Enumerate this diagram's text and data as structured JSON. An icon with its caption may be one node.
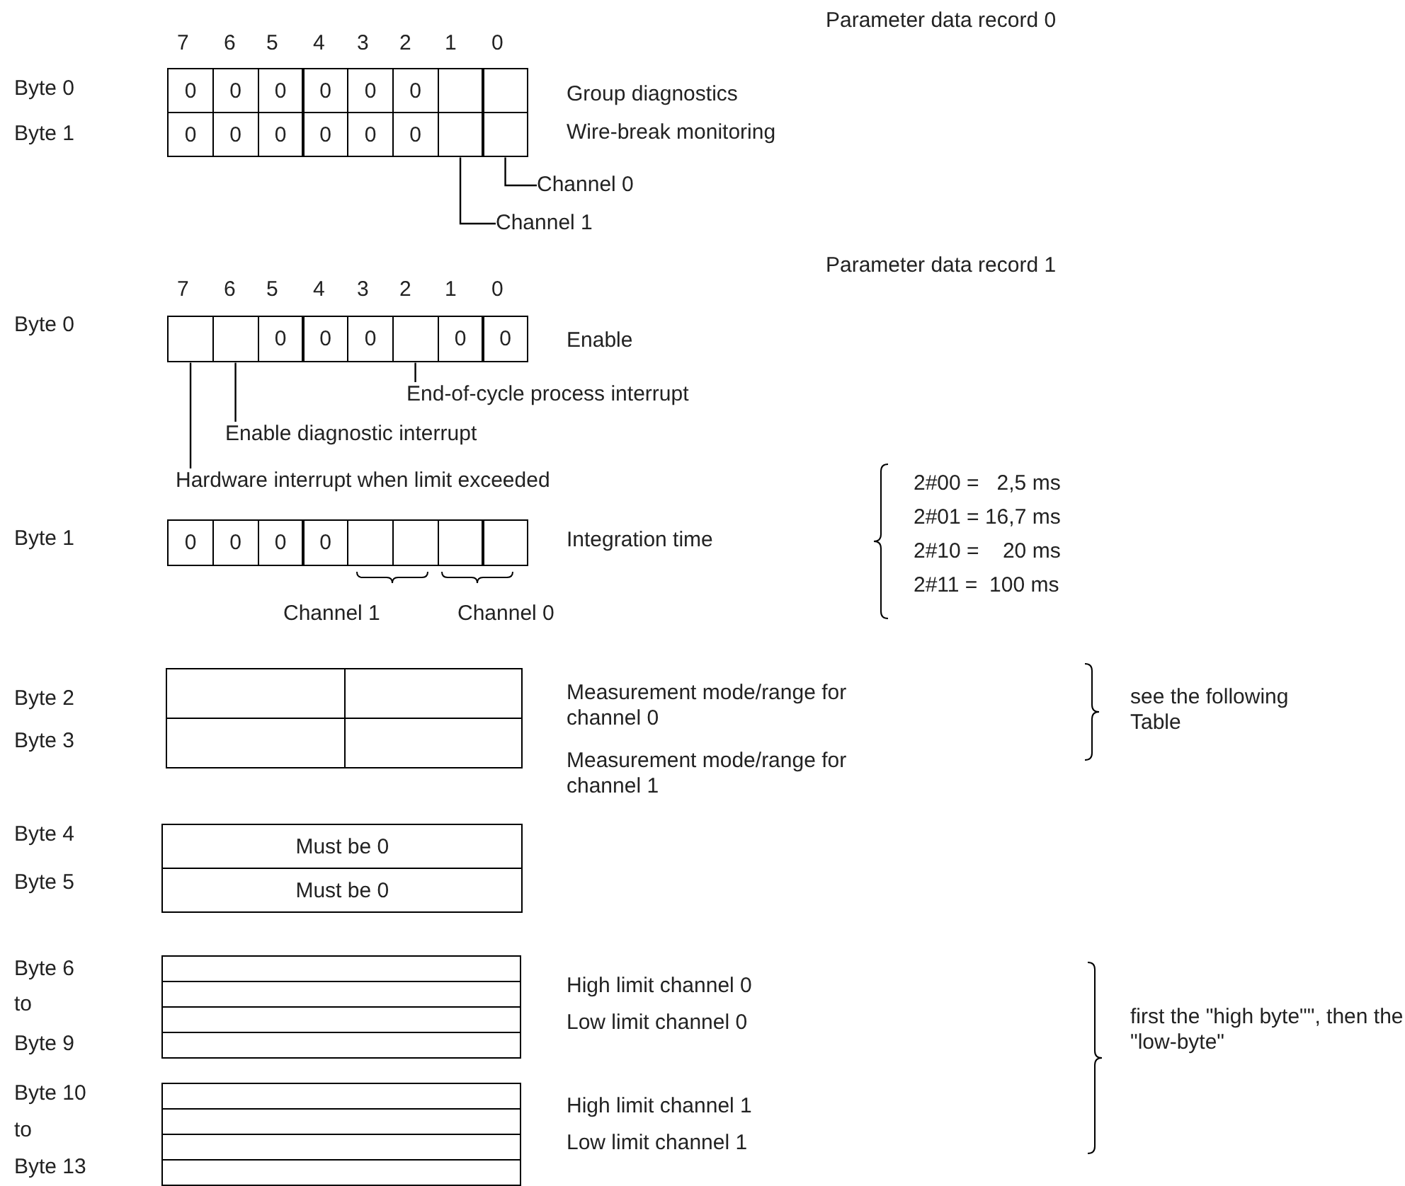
{
  "diagram": {
    "nodes": [
      {
        "text": [
          "0"
        ]
      },
      {
        "text": [
          "0"
        ]
      },
      {
        "text": [
          "0"
        ]
      },
      {
        "text": [
          "0"
        ]
      },
      {
        "text": [
          "0"
        ]
      },
      {
        "text": [
          "0"
        ]
      },
      {
        "text": [],
        "shape": "box"
      },
      {
        "text": [],
        "shape": "box"
      },
      {
        "text": [
          "0"
        ]
      },
      {
        "text": [
          "0"
        ]
      },
      {
        "text": [
          "0"
        ]
      },
      {
        "text": [
          "0"
        ]
      },
      {
        "text": [
          "0"
        ]
      },
      {
        "text": [
          "0"
        ]
      },
      {
        "text": [],
        "shape": "box"
      },
      {
        "text": [],
        "shape": "box"
      },
      {
        "text": [
          "Channel 0"
        ]
      },
      {
        "text": [
          "Channel 1"
        ]
      },
      {
        "text": [],
        "shape": "box"
      },
      {
        "text": [],
        "shape": "box"
      },
      {
        "text": [
          "0"
        ]
      },
      {
        "text": [
          "0"
        ]
      },
      {
        "text": [
          "0"
        ]
      },
      {
        "text": [],
        "shape": "box"
      },
      {
        "text": [
          "0"
        ]
      },
      {
        "text": [
          "0"
        ]
      },
      {
        "text": [
          "End-of-cycle process interrupt"
        ]
      },
      {
        "text": [
          "Enable diagnostic interrupt"
        ]
      },
      {
        "text": [
          "Hardware interrupt when limit exceeded"
        ]
      },
      {
        "text": [
          "0"
        ]
      },
      {
        "text": [
          "0"
        ]
      },
      {
        "text": [
          "0"
        ]
      },
      {
        "text": [
          "0"
        ]
      },
      {
        "text": [],
        "shape": "box"
      },
      {
        "text": [],
        "shape": "box"
      },
      {
        "text": [],
        "shape": "box"
      },
      {
        "text": [],
        "shape": "box"
      },
      {
        "text": [],
        "shape": "box"
      },
      {
        "text": [],
        "shape": "box"
      },
      {
        "text": [],
        "shape": "box"
      },
      {
        "text": [],
        "shape": "box"
      },
      {
        "text": [
          "Must be 0"
        ]
      },
      {
        "text": [
          "Must be 0"
        ]
      },
      {
        "text": [],
        "shape": "box"
      },
      {
        "text": [],
        "shape": "box"
      },
      {
        "text": [],
        "shape": "box"
      },
      {
        "text": [],
        "shape": "box"
      },
      {
        "text": [],
        "shape": "box"
      },
      {
        "text": [],
        "shape": "box"
      },
      {
        "text": [],
        "shape": "box"
      },
      {
        "text": [],
        "shape": "box"
      }
    ],
    "edges": [
      {
        "from": 16,
        "to": 15,
        "arrow": "none"
      },
      {
        "from": 17,
        "to": 14,
        "arrow": "none"
      },
      {
        "from": 26,
        "to": 23,
        "arrow": "none"
      },
      {
        "from": 27,
        "to": 19,
        "arrow": "none"
      },
      {
        "from": 28,
        "to": 18,
        "arrow": "none"
      }
    ],
    "labels": [
      "Parameter data record 0",
      "7",
      "6",
      "5",
      "4",
      "3",
      "2",
      "1",
      "0",
      "Byte 0",
      "Byte 1",
      "Group diagnostics",
      "Wire-break monitoring",
      "Parameter data record 1",
      "7",
      "6",
      "5",
      "4",
      "3",
      "2",
      "1",
      "0",
      "Byte 0",
      "Enable",
      "Byte 1",
      "Integration time",
      "Channel 1",
      "Channel 0",
      "2#00 =   2,5 ms",
      "2#01 = 16,7 ms",
      "2#10 =    20 ms",
      "2#11 =  100 ms",
      "Byte 2",
      "Byte 3",
      "Measurement mode/range for channel 0",
      "Measurement mode/range for channel 1",
      "see the following Table",
      "Byte 4",
      "Byte 5",
      "Byte 6",
      "to",
      "Byte 9",
      "Byte 10",
      "to",
      "Byte 13",
      "High limit channel 0",
      "Low limit channel 0",
      "High limit channel 1",
      "Low limit channel 1",
      "first the \"high byte\"\", then the \"low-byte\""
    ]
  }
}
